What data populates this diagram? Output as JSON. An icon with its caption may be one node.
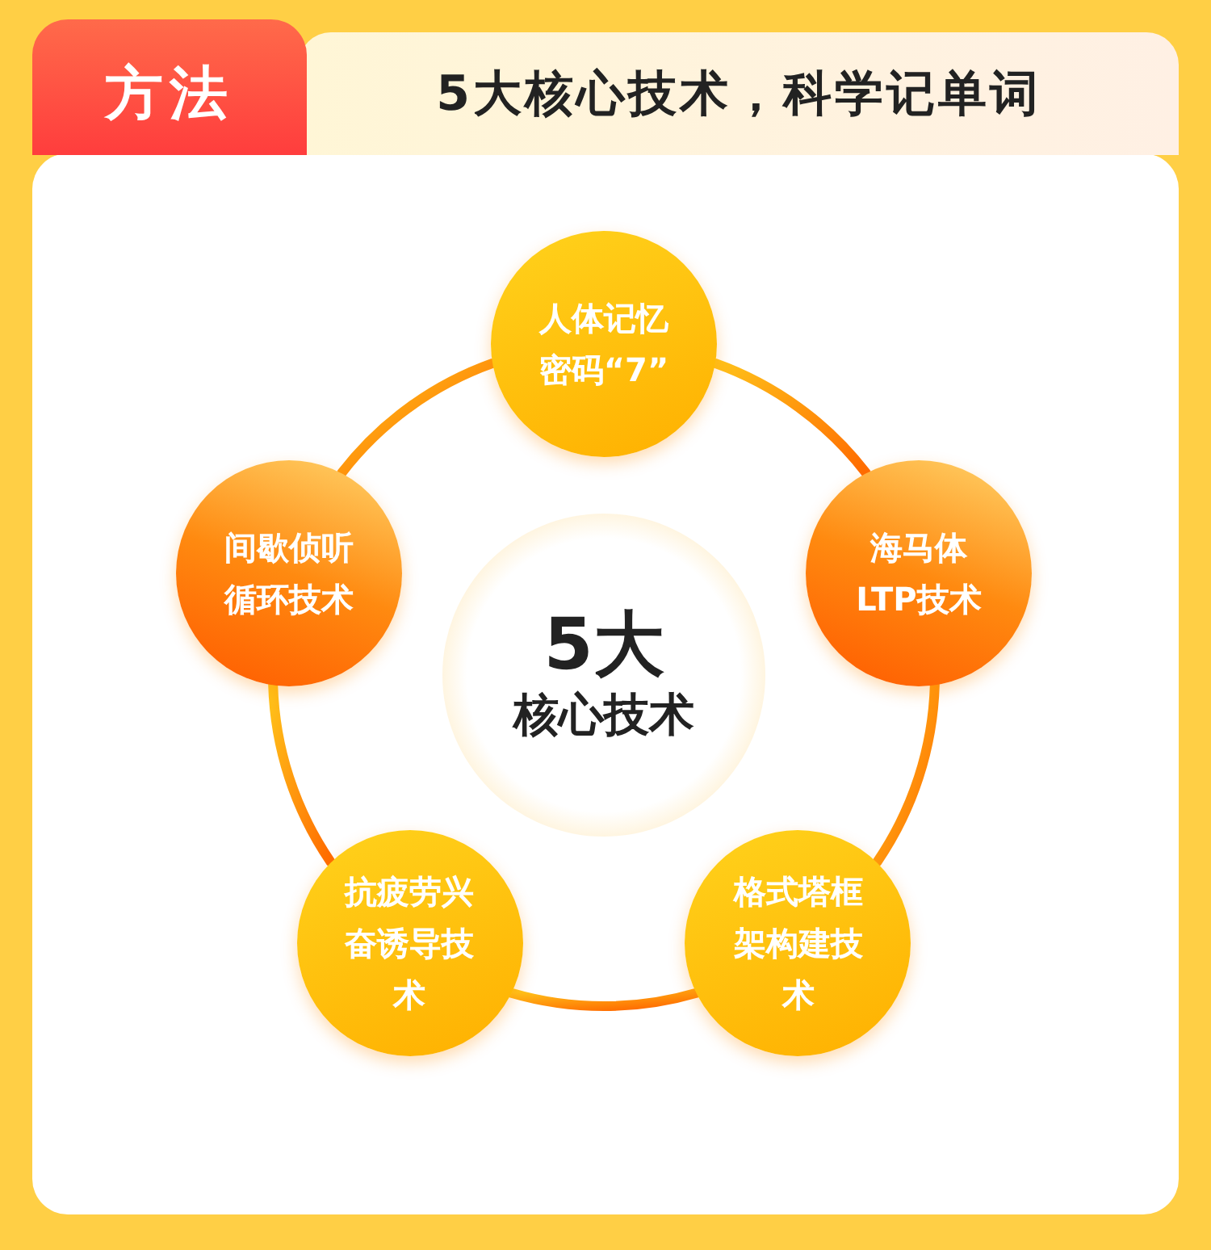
{
  "diagram": {
    "title": "5大核心技术，科学记单词",
    "nodes": [
      {
        "text": [
          "人体记忆密码“7”"
        ]
      },
      {
        "text": [
          "海马体LTP技术"
        ]
      },
      {
        "text": [
          "格式塔框架构建技术"
        ]
      },
      {
        "text": [
          "抗疲劳兴奋诱导技术"
        ]
      },
      {
        "text": [
          "间歇侦听循环技术"
        ]
      },
      {
        "text": [
          "5大",
          "核心技术"
        ]
      }
    ],
    "edges": [
      {
        "from": 0,
        "to": 1,
        "arrow": "none"
      },
      {
        "from": 1,
        "to": 2,
        "arrow": "none"
      },
      {
        "from": 2,
        "to": 3,
        "arrow": "none"
      },
      {
        "from": 3,
        "to": 4,
        "arrow": "none"
      },
      {
        "from": 4,
        "to": 0,
        "arrow": "none"
      }
    ],
    "labels": [
      "方法"
    ]
  }
}
